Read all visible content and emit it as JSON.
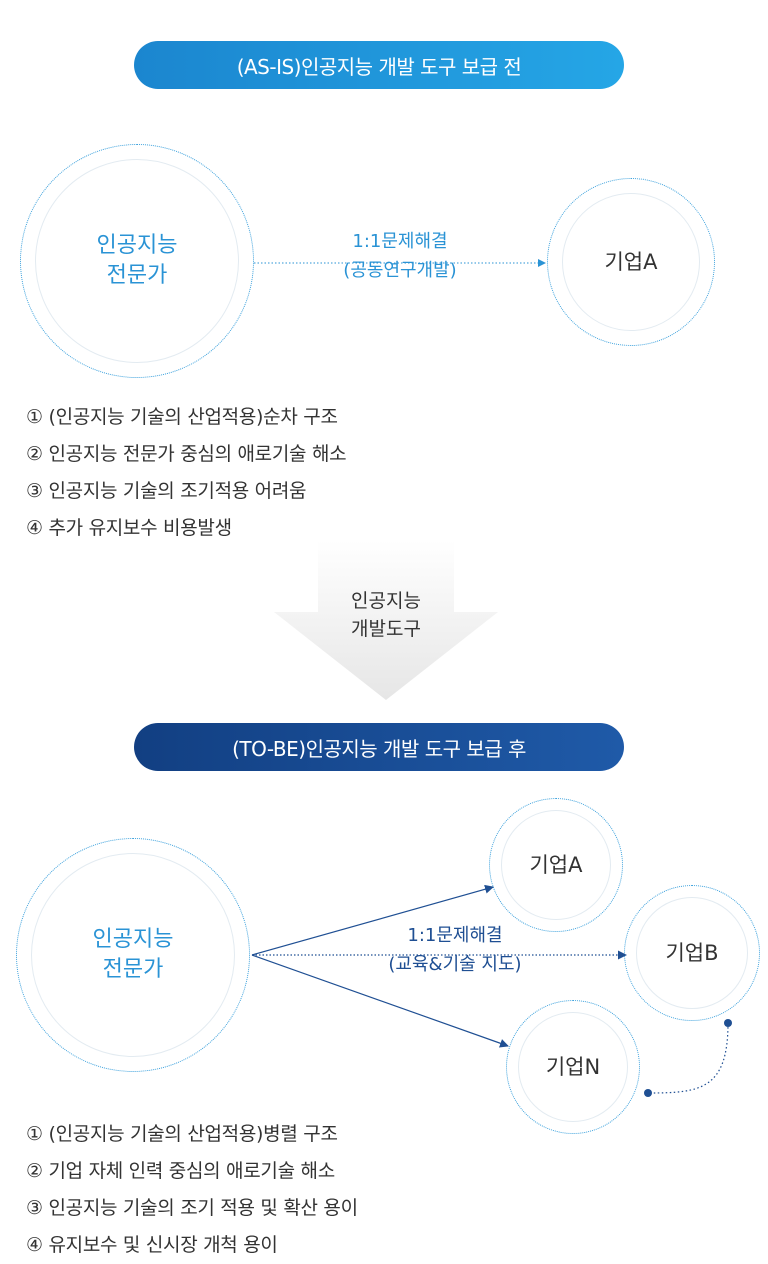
{
  "as_is": {
    "title": "(AS-IS)인공지능 개발 도구 보급 전",
    "expert_label": "인공지능\n전문가",
    "edge_label_1": "1:1문제해결",
    "edge_label_2": "(공동연구개발)",
    "companies": [
      "기업A"
    ],
    "items": [
      "① (인공지능 기술의 산업적용)순차 구조",
      "② 인공지능 전문가 중심의 애로기술 해소",
      "③ 인공지능 기술의 조기적용 어려움",
      "④ 추가 유지보수 비용발생"
    ]
  },
  "transition": {
    "label": "인공지능\n개발도구"
  },
  "to_be": {
    "title": "(TO-BE)인공지능 개발 도구 보급 후",
    "expert_label": "인공지능\n전문가",
    "edge_label_1": "1:1문제해결",
    "edge_label_2": "(교육&기술 지도)",
    "companies": [
      "기업A",
      "기업B",
      "기업N"
    ],
    "items": [
      "① (인공지능 기술의 산업적용)병렬 구조",
      "② 기업 자체 인력 중심의 애로기술 해소",
      "③ 인공지능 기술의 조기 적용 및 확산 용이",
      "④ 유지보수 및 신시장 개척 용이"
    ]
  },
  "colors": {
    "as_is_accent": "#2a93d5",
    "to_be_accent": "#1f4f93"
  }
}
